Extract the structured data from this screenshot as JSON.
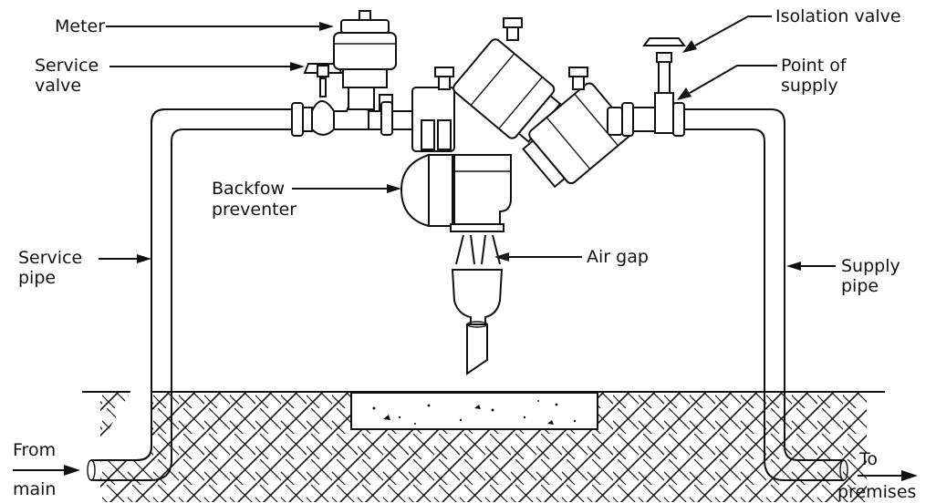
{
  "labels": {
    "meter": "Meter",
    "service_valve": [
      "Service",
      "valve"
    ],
    "backflow_preventer": [
      "Backfow",
      "preventer"
    ],
    "service_pipe": [
      "Service",
      "pipe"
    ],
    "isolation_valve": "Isolation valve",
    "point_of_supply": [
      "Point of",
      "supply"
    ],
    "air_gap": "Air gap",
    "supply_pipe": [
      "Supply",
      "pipe"
    ],
    "from_main": [
      "From",
      "main"
    ],
    "to_premises": [
      "To",
      "premises"
    ]
  }
}
